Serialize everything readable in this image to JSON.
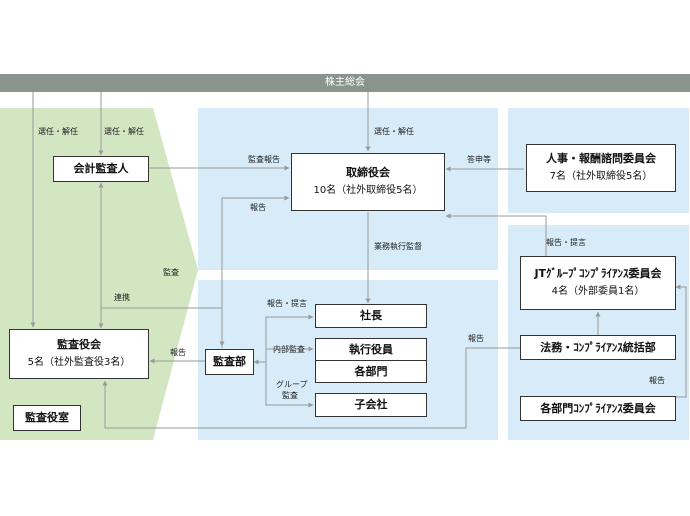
{
  "colors": {
    "top_bar": "#8a948f",
    "green_panel": "#d3e6c2",
    "blue_panel": "#d7ecf8",
    "line": "#9a9a9a",
    "box_border": "#333333"
  },
  "shareholders": "株主総会",
  "nodes": {
    "accounting_auditor": "会計監査人",
    "board": {
      "title": "取締役会",
      "detail": "10名（社外取締役5名）"
    },
    "hr_committee": {
      "title": "人事・報酬諮問委員会",
      "detail": "7名（社外取締役5名）"
    },
    "audit_board": {
      "title": "監査役会",
      "detail": "5名（社外監査役3名）"
    },
    "audit_office": "監査役室",
    "audit_dept": "監査部",
    "president": "社長",
    "executive_officers": "執行役員",
    "departments": "各部門",
    "subsidiaries": "子会社",
    "compliance_committee": {
      "title": "JTｸﾞﾙｰﾌﾟｺﾝﾌﾟﾗｲｱﾝｽ委員会",
      "detail": "4名（外部委員1名）"
    },
    "legal_compliance": "法務・ｺﾝﾌﾟﾗｲｱﾝｽ統括部",
    "dept_compliance": "各部門ｺﾝﾌﾟﾗｲｱﾝｽ委員会"
  },
  "labels": {
    "appoint_dismiss_1": "選任・解任",
    "appoint_dismiss_2": "選任・解任",
    "appoint_dismiss_3": "選任・解任",
    "audit_report": "監査報告",
    "report_dept_board": "報告",
    "report_dept_audit": "報告",
    "report_legal": "報告",
    "report_dept_committee": "報告",
    "consult": "答申等",
    "report_proposal_compliance": "報告・提言",
    "supervision": "業務執行監督",
    "audit_arrow": "監査",
    "coordination": "連携",
    "report_proposal_president": "報告・提言",
    "internal_audit": "内部監査",
    "group_audit_1": "グループ",
    "group_audit_2": "監査"
  }
}
